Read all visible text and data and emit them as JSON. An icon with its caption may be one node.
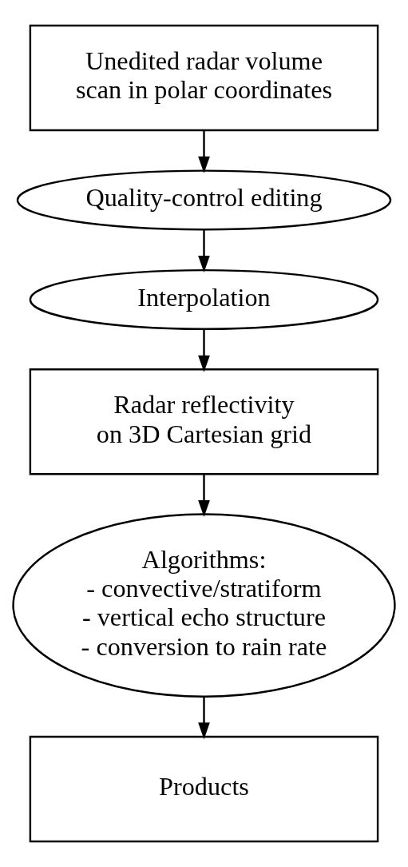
{
  "diagram": {
    "nodes": [
      {
        "text": [
          "Unedited radar volume scan in polar coordinates"
        ]
      },
      {
        "text": [
          "Quality-control editing"
        ]
      },
      {
        "text": [
          "Interpolation"
        ]
      },
      {
        "text": [
          "Radar reflectivity on 3D Cartesian grid"
        ]
      },
      {
        "text": [
          "Algorithms:",
          "- convective/stratiform",
          "- vertical echo structure",
          "- conversion to rain rate"
        ]
      },
      {
        "text": [
          "Products"
        ]
      }
    ],
    "edges": [
      {
        "from": 0,
        "to": 1,
        "arrow": "to"
      },
      {
        "from": 1,
        "to": 2,
        "arrow": "to"
      },
      {
        "from": 2,
        "to": 3,
        "arrow": "to"
      },
      {
        "from": 3,
        "to": 4,
        "arrow": "to"
      },
      {
        "from": 4,
        "to": 5,
        "arrow": "to"
      }
    ]
  }
}
